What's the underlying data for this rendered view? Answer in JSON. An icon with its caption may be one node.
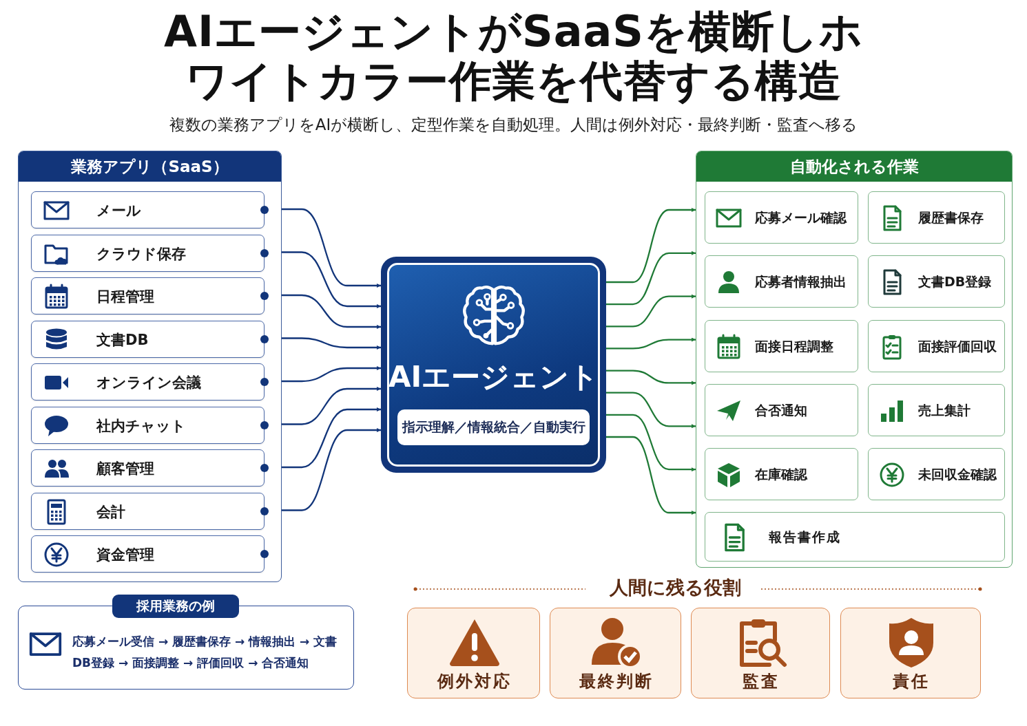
{
  "diagram": {
    "title": "AIエージェントがSaaSを横断しホワイトカラー作業を代替する構造",
    "nodes": [
      {
        "text": [
          "業務アプリ（SaaS）"
        ]
      },
      {
        "text": [
          "メール"
        ],
        "in": 0
      },
      {
        "text": [
          "クラウド保存"
        ],
        "in": 0
      },
      {
        "text": [
          "日程管理"
        ],
        "in": 0
      },
      {
        "text": [
          "文書DB"
        ],
        "in": 0
      },
      {
        "text": [
          "オンライン会議"
        ],
        "in": 0
      },
      {
        "text": [
          "社内チャット"
        ],
        "in": 0
      },
      {
        "text": [
          "顧客管理"
        ],
        "in": 0
      },
      {
        "text": [
          "会計"
        ],
        "in": 0
      },
      {
        "text": [
          "資金管理"
        ],
        "in": 0
      },
      {
        "text": [
          "AIエージェント",
          "指示理解／情報統合／自動実行"
        ]
      },
      {
        "text": [
          "自動化される作業"
        ]
      },
      {
        "text": [
          "応募メール確認"
        ],
        "in": 11
      },
      {
        "text": [
          "履歴書保存"
        ],
        "in": 11
      },
      {
        "text": [
          "応募者情報抽出"
        ],
        "in": 11
      },
      {
        "text": [
          "文書DB登録"
        ],
        "in": 11
      },
      {
        "text": [
          "面接日程調整"
        ],
        "in": 11
      },
      {
        "text": [
          "面接評価回収"
        ],
        "in": 11
      },
      {
        "text": [
          "合否通知"
        ],
        "in": 11
      },
      {
        "text": [
          "売上集計"
        ],
        "in": 11
      },
      {
        "text": [
          "在庫確認"
        ],
        "in": 11
      },
      {
        "text": [
          "未回収金確認"
        ],
        "in": 11
      },
      {
        "text": [
          "報告書作成"
        ],
        "in": 11
      },
      {
        "text": [
          "採用業務の例",
          "応募メール受信 → 履歴書保存 → 情報抽出 → 文書DB登録 → 面接調整 → 評価回収 → 合否通知"
        ]
      },
      {
        "text": [
          "例外対応"
        ]
      },
      {
        "text": [
          "最終判断"
        ]
      },
      {
        "text": [
          "監査"
        ]
      },
      {
        "text": [
          "責任"
        ]
      }
    ],
    "edges": [
      {
        "from": 1,
        "to": 10,
        "arrow": "to"
      },
      {
        "from": 2,
        "to": 10,
        "arrow": "to"
      },
      {
        "from": 3,
        "to": 10,
        "arrow": "to"
      },
      {
        "from": 4,
        "to": 10,
        "arrow": "to"
      },
      {
        "from": 5,
        "to": 10,
        "arrow": "to"
      },
      {
        "from": 6,
        "to": 10,
        "arrow": "to"
      },
      {
        "from": 7,
        "to": 10,
        "arrow": "to"
      },
      {
        "from": 8,
        "to": 10,
        "arrow": "to"
      },
      {
        "from": 10,
        "to": 11,
        "arrow": "to",
        "color": "#1f7a36"
      },
      {
        "from": 10,
        "to": 11,
        "arrow": "to",
        "color": "#1f7a36"
      },
      {
        "from": 10,
        "to": 11,
        "arrow": "to",
        "color": "#1f7a36"
      },
      {
        "from": 10,
        "to": 11,
        "arrow": "to",
        "color": "#1f7a36"
      },
      {
        "from": 10,
        "to": 11,
        "arrow": "to",
        "color": "#1f7a36"
      },
      {
        "from": 10,
        "to": 11,
        "arrow": "to",
        "color": "#1f7a36"
      },
      {
        "from": 10,
        "to": 11,
        "arrow": "to",
        "color": "#1f7a36"
      },
      {
        "from": 10,
        "to": 11,
        "arrow": "to",
        "color": "#1f7a36"
      }
    ],
    "labels": [
      "複数の業務アプリをAIが横断し、定型作業を自動処理。人間は例外対応・最終判断・監査へ移る",
      "人間に残る役割"
    ]
  }
}
